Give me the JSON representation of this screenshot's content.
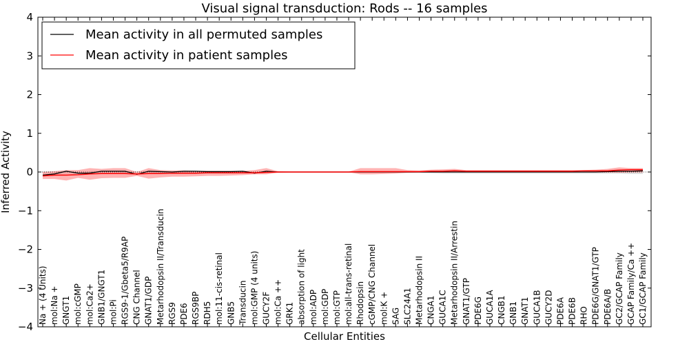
{
  "chart_data": {
    "type": "line",
    "title": "Visual signal transduction: Rods -- 16 samples",
    "xlabel": "Cellular Entities",
    "ylabel": "Inferred Activity",
    "ylim": [
      -4,
      4
    ],
    "yticks": [
      -4,
      -3,
      -2,
      -1,
      0,
      1,
      2,
      3,
      4
    ],
    "ytick_labels": [
      "−4",
      "−3",
      "−2",
      "−1",
      "0",
      "1",
      "2",
      "3",
      "4"
    ],
    "legend_position": "top-left",
    "categories": [
      "Na + (4 Units)",
      "mol:Na +",
      "GNGT1",
      "mol:cGMP",
      "mol:Ca2+",
      "GNB1/GNGT1",
      "mol:Pi",
      "RGS9-1/Gbeta5/R9AP",
      "CNG Channel",
      "GNAT1/GDP",
      "Metarhodopsin II/Transducin",
      "RGS9",
      "PDE6",
      "RGS9BP",
      "RDH5",
      "mol:11-cis-retinal",
      "GNB5",
      "Transducin",
      "mol:GMP (4 units)",
      "GUCY2F",
      "mol:Ca ++",
      "GRK1",
      "absorption of light",
      "mol:ADP",
      "mol:GDP",
      "mol:GTP",
      "mol:all-trans-retinal",
      "Rhodopsin",
      "cGMP/CNG Channel",
      "mol:K +",
      "SAG",
      "SLC24A1",
      "Metarhodopsin II",
      "CNGA1",
      "GUCA1C",
      "Metarhodopsin II/Arrestin",
      "GNAT1/GTP",
      "PDE6G",
      "GUCA1A",
      "CNGB1",
      "GNB1",
      "GNAT1",
      "GUCA1B",
      "GUCY2D",
      "PDE6A",
      "PDE6B",
      "RHO",
      "PDE6G/GNAT1/GTP",
      "PDE6A/B",
      "GC2/GCAP Family",
      "GCAP Family/Ca ++",
      "GC1/GCAP Family"
    ],
    "series": [
      {
        "name": "Mean activity in all permuted samples",
        "color": "#000000",
        "values": [
          -0.08,
          -0.05,
          0.02,
          -0.03,
          -0.03,
          0.02,
          0.02,
          0.02,
          -0.06,
          0.02,
          0.01,
          0.0,
          0.02,
          0.02,
          0.01,
          0.01,
          0.01,
          0.02,
          -0.03,
          0.02,
          0.0,
          0.0,
          0.0,
          0.0,
          0.0,
          0.0,
          0.0,
          0.0,
          0.0,
          0.0,
          0.0,
          0.0,
          0.0,
          0.0,
          0.0,
          0.0,
          0.0,
          0.0,
          0.0,
          0.0,
          0.0,
          0.0,
          0.0,
          0.0,
          0.0,
          0.0,
          0.0,
          0.0,
          0.01,
          0.02,
          0.02,
          0.03
        ]
      },
      {
        "name": "Mean activity in patient samples",
        "color": "#ff0000",
        "band_color": "#ff9999",
        "values": [
          -0.1,
          -0.08,
          -0.08,
          -0.07,
          -0.05,
          -0.04,
          -0.04,
          -0.04,
          -0.05,
          -0.04,
          -0.04,
          -0.03,
          -0.03,
          -0.03,
          -0.02,
          -0.02,
          -0.02,
          -0.02,
          -0.02,
          -0.01,
          0.0,
          0.0,
          0.0,
          0.0,
          0.0,
          0.0,
          0.0,
          0.01,
          0.01,
          0.01,
          0.01,
          0.01,
          0.01,
          0.02,
          0.02,
          0.03,
          0.02,
          0.02,
          0.02,
          0.02,
          0.02,
          0.02,
          0.02,
          0.02,
          0.02,
          0.02,
          0.03,
          0.03,
          0.03,
          0.05,
          0.06,
          0.06
        ],
        "band_upper": [
          0.0,
          0.02,
          0.05,
          0.05,
          0.1,
          0.08,
          0.1,
          0.1,
          0.0,
          0.1,
          0.05,
          0.04,
          0.04,
          0.03,
          0.03,
          0.03,
          0.03,
          0.03,
          0.05,
          0.1,
          0.02,
          0.01,
          0.01,
          0.01,
          0.01,
          0.01,
          0.01,
          0.1,
          0.1,
          0.1,
          0.1,
          0.05,
          0.04,
          0.06,
          0.07,
          0.08,
          0.05,
          0.05,
          0.05,
          0.05,
          0.05,
          0.05,
          0.05,
          0.05,
          0.05,
          0.05,
          0.05,
          0.06,
          0.08,
          0.12,
          0.1,
          0.1
        ],
        "band_lower": [
          -0.18,
          -0.18,
          -0.22,
          -0.15,
          -0.2,
          -0.16,
          -0.15,
          -0.15,
          -0.1,
          -0.17,
          -0.14,
          -0.12,
          -0.12,
          -0.11,
          -0.1,
          -0.1,
          -0.09,
          -0.08,
          -0.06,
          -0.06,
          -0.02,
          -0.01,
          -0.01,
          -0.01,
          -0.01,
          -0.01,
          -0.01,
          -0.06,
          -0.06,
          -0.05,
          -0.04,
          -0.02,
          -0.01,
          -0.01,
          -0.01,
          -0.01,
          -0.01,
          -0.01,
          -0.01,
          -0.01,
          -0.01,
          -0.01,
          -0.01,
          -0.01,
          -0.01,
          -0.01,
          -0.01,
          -0.01,
          -0.01,
          -0.02,
          -0.01,
          -0.01
        ]
      }
    ],
    "permuted_band_upper": [
      0.02,
      0.02,
      0.03,
      0.02,
      0.02,
      0.03,
      0.03,
      0.03,
      0.02,
      0.03,
      0.02,
      0.02,
      0.02,
      0.02,
      0.02,
      0.02,
      0.02,
      0.02,
      0.02,
      0.02,
      0.01,
      0.01,
      0.01,
      0.01,
      0.01,
      0.01,
      0.01,
      0.01,
      0.01,
      0.01,
      0.01,
      0.01,
      0.01,
      0.01,
      0.01,
      0.01,
      0.01,
      0.01,
      0.01,
      0.01,
      0.01,
      0.01,
      0.01,
      0.01,
      0.01,
      0.01,
      0.01,
      0.02,
      0.03,
      0.04,
      0.04,
      0.05
    ],
    "permuted_band_lower": [
      -0.1,
      -0.1,
      -0.05,
      -0.07,
      -0.07,
      -0.03,
      -0.03,
      -0.03,
      -0.09,
      -0.03,
      -0.03,
      -0.03,
      -0.02,
      -0.02,
      -0.02,
      -0.02,
      -0.02,
      -0.02,
      -0.05,
      -0.02,
      -0.01,
      -0.01,
      -0.01,
      -0.01,
      -0.01,
      -0.01,
      -0.01,
      -0.02,
      -0.02,
      -0.02,
      -0.02,
      -0.02,
      -0.02,
      -0.03,
      -0.04,
      -0.04,
      -0.04,
      -0.04,
      -0.04,
      -0.04,
      -0.04,
      -0.04,
      -0.04,
      -0.04,
      -0.04,
      -0.04,
      -0.04,
      -0.04,
      -0.04,
      -0.04,
      -0.05,
      -0.05
    ]
  }
}
